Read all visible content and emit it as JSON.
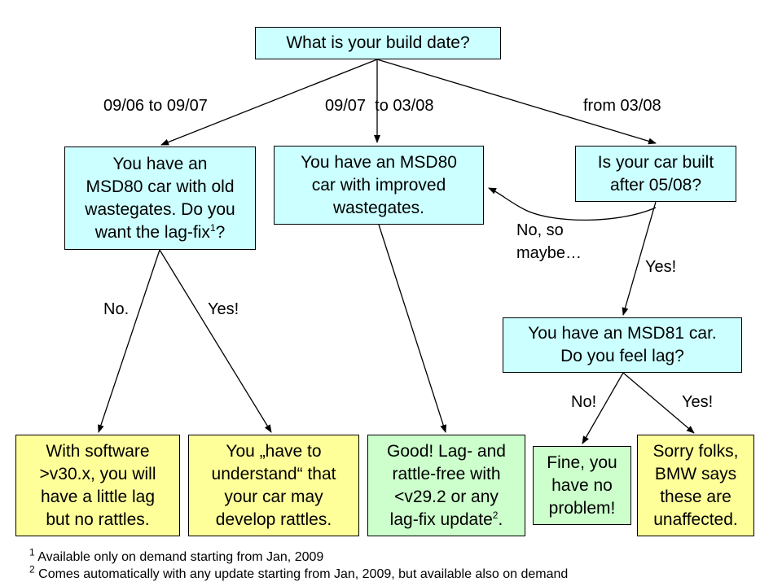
{
  "nodes": {
    "build_date": "What is your build date?",
    "msd80_old": "You have an\nMSD80 car with old\nwastegates. Do you\nwant the lag-fix",
    "msd80_old_ref": "1",
    "msd80_old_tail": "?",
    "msd80_improved": "You have an MSD80\ncar with improved\nwastegates.",
    "built_after": "Is your car built\nafter 05/08?",
    "msd81": "You have an MSD81 car.\nDo you feel lag?",
    "software": "With software\n>v30.x, you will\nhave a little lag\nbut no rattles.",
    "understand": "You „have to\nunderstand“ that\nyour car may\ndevelop rattles.",
    "good": "Good! Lag- and\nrattle-free with\n<v29.2 or any\nlag-fix update",
    "good_ref": "2",
    "good_tail": ".",
    "fine": "Fine, you\nhave no\nproblem!",
    "sorry": "Sorry folks,\nBMW says\nthese are\nunaffected."
  },
  "edges": {
    "range1": "09/06 to 09/07",
    "range2": "09/07  to 03/08",
    "range3": "from 03/08",
    "no_so_maybe": "No, so\nmaybe…",
    "yes_after": "Yes!",
    "no_lagfix": "No.",
    "yes_lagfix": "Yes!",
    "no_lag": "No!",
    "yes_lag": "Yes!"
  },
  "footnotes": [
    {
      "mark": "1",
      "text": "Available only on demand starting from Jan, 2009"
    },
    {
      "mark": "2",
      "text": "Comes automatically with any update starting from Jan, 2009, but available also on demand"
    }
  ],
  "colors": {
    "question": "#ccffff",
    "result_yellow": "#ffff99",
    "result_green": "#ccffcc"
  }
}
